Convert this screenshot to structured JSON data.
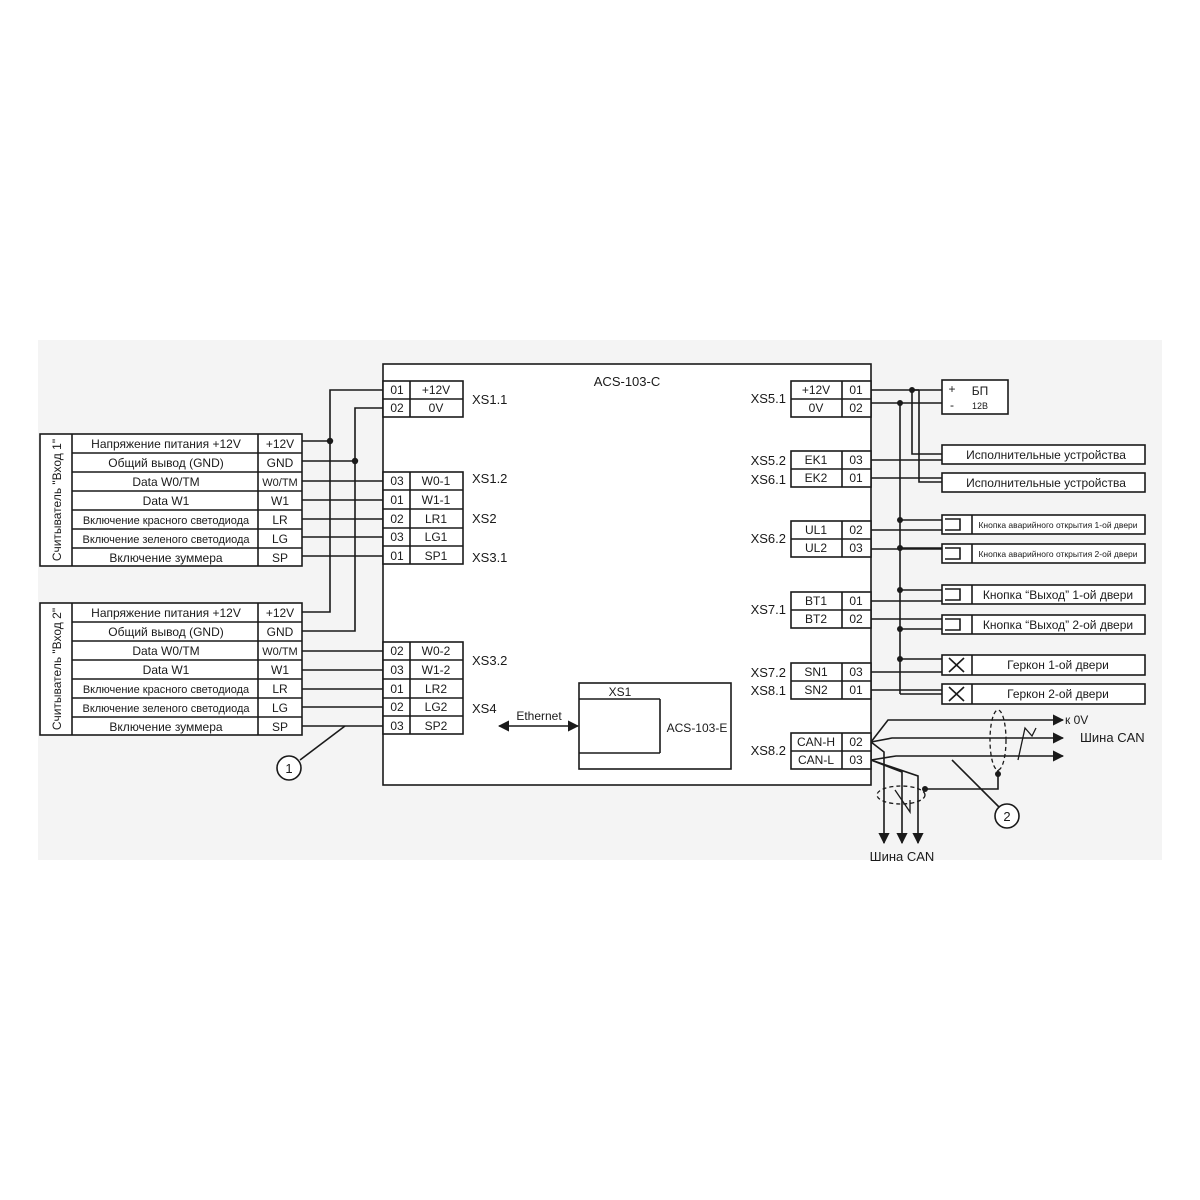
{
  "controller": {
    "title": "ACS-103-C"
  },
  "module": {
    "title": "ACS-103-E",
    "connector": "XS1"
  },
  "link": {
    "label": "Ethernet"
  },
  "readers": [
    {
      "title": "Считыватель \"Вход 1\"",
      "rows": [
        {
          "desc": "Напряжение питания +12V",
          "pin": "+12V"
        },
        {
          "desc": "Общий вывод (GND)",
          "pin": "GND"
        },
        {
          "desc": "Data W0/TM",
          "pin": "W0/TM"
        },
        {
          "desc": "Data W1",
          "pin": "W1"
        },
        {
          "desc": "Включение красного светодиода",
          "pin": "LR"
        },
        {
          "desc": "Включение зеленого светодиода",
          "pin": "LG"
        },
        {
          "desc": "Включение зуммера",
          "pin": "SP"
        }
      ]
    },
    {
      "title": "Считыватель \"Вход 2\"",
      "rows": [
        {
          "desc": "Напряжение питания +12V",
          "pin": "+12V"
        },
        {
          "desc": "Общий вывод (GND)",
          "pin": "GND"
        },
        {
          "desc": "Data W0/TM",
          "pin": "W0/TM"
        },
        {
          "desc": "Data W1",
          "pin": "W1"
        },
        {
          "desc": "Включение красного светодиода",
          "pin": "LR"
        },
        {
          "desc": "Включение зеленого светодиода",
          "pin": "LG"
        },
        {
          "desc": "Включение зуммера",
          "pin": "SP"
        }
      ]
    }
  ],
  "left_terminals": [
    {
      "num": "01",
      "sig": "+12V"
    },
    {
      "num": "02",
      "sig": "0V"
    },
    {
      "num": "03",
      "sig": "W0-1"
    },
    {
      "num": "01",
      "sig": "W1-1"
    },
    {
      "num": "02",
      "sig": "LR1"
    },
    {
      "num": "03",
      "sig": "LG1"
    },
    {
      "num": "01",
      "sig": "SP1"
    },
    {
      "num": "02",
      "sig": "W0-2"
    },
    {
      "num": "03",
      "sig": "W1-2"
    },
    {
      "num": "01",
      "sig": "LR2"
    },
    {
      "num": "02",
      "sig": "LG2"
    },
    {
      "num": "03",
      "sig": "SP2"
    }
  ],
  "left_connectors": [
    "XS1.1",
    "XS1.2",
    "XS2",
    "XS3.1",
    "XS3.2",
    "XS4"
  ],
  "right_terminals": [
    {
      "sig": "+12V",
      "num": "01"
    },
    {
      "sig": "0V",
      "num": "02"
    },
    {
      "sig": "EK1",
      "num": "03"
    },
    {
      "sig": "EK2",
      "num": "01"
    },
    {
      "sig": "UL1",
      "num": "02"
    },
    {
      "sig": "UL2",
      "num": "03"
    },
    {
      "sig": "BT1",
      "num": "01"
    },
    {
      "sig": "BT2",
      "num": "02"
    },
    {
      "sig": "SN1",
      "num": "03"
    },
    {
      "sig": "SN2",
      "num": "01"
    },
    {
      "sig": "CAN-H",
      "num": "02"
    },
    {
      "sig": "CAN-L",
      "num": "03"
    }
  ],
  "right_connectors": [
    "XS5.1",
    "XS5.2",
    "XS6.1",
    "XS6.2",
    "XS7.1",
    "XS7.2",
    "XS8.1",
    "XS8.2"
  ],
  "power": {
    "plus": "+",
    "minus": "-",
    "name": "БП",
    "voltage": "12В"
  },
  "devices": [
    "Исполнительные устройства",
    "Исполнительные устройства"
  ],
  "buttons": [
    "Кнопка аварийного открытия 1-ой двери",
    "Кнопка аварийного открытия 2-ой двери",
    "Кнопка “Выход” 1-ой двери",
    "Кнопка “Выход” 2-ой двери"
  ],
  "sensors": [
    "Геркон 1-ой двери",
    "Геркон 2-ой двери"
  ],
  "can": {
    "to_0v": "к 0V",
    "bus_right": "Шина CAN",
    "bus_down": "Шина CAN"
  },
  "callouts": [
    "1",
    "2"
  ]
}
